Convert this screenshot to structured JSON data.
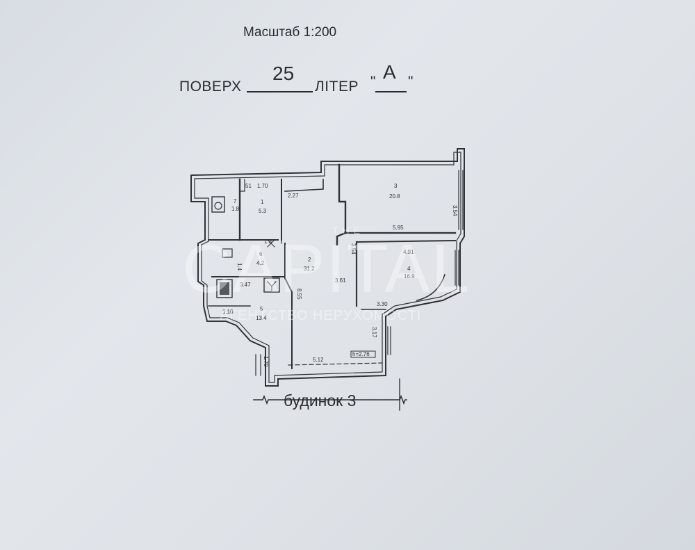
{
  "header": {
    "scale": "Масштаб 1:200",
    "floor_label": "ПОВЕРХ",
    "floor_value": "25",
    "liter_label": "ЛІТЕР",
    "liter_value": "А",
    "quote_open": "\"",
    "quote_close": "\""
  },
  "plan": {
    "building": "будинок 3",
    "dims": {
      "d_1_70": "1.70",
      "d_2_27": "2.27",
      "d_1_room": "1",
      "d_5_3": "5.3",
      "d_7": "7",
      "d_1_8": "1.8",
      "d_3_room": "3",
      "d_20_8": "20.8",
      "d_3_54a": "3.54",
      "d_5_95": "5.95",
      "d_1_3": "1.3",
      "d_6_room": "6",
      "d_4_2": "4.2",
      "d_2_room": "2",
      "d_31_2": "31.2",
      "d_4_91": "4.91",
      "d_3_54b": "3.54",
      "d_4_room": "4",
      "d_16_9": "16.9",
      "d_1_4": "1.4",
      "d_3_47": "3.47",
      "d_3_61": "3.61",
      "d_8_55": "8.55",
      "d_3_30": "3.30",
      "d_1_10": "1.10",
      "d_5_room": "5",
      "d_13_4": "13.4",
      "d_3_17": "3.17",
      "d_h": "h=2.76",
      "d_1_79": "1.79",
      "d_5_12": "5.12",
      "d_51": "51"
    }
  },
  "watermark": {
    "the": "THE",
    "brand": "CAPITAL",
    "subtitle": "АГЕНТСТВО НЕРУХОМОСТІ"
  }
}
